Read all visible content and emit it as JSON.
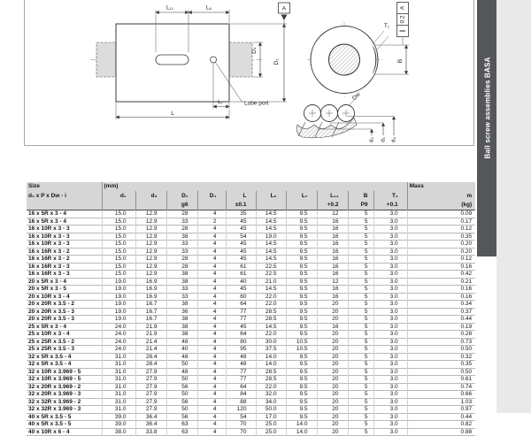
{
  "sidebar": {
    "tab_label": "Ball screw assemblies BASA"
  },
  "drawing": {
    "labels": {
      "l11": "L₁₁",
      "l6": "L₆",
      "l7": "L₇",
      "l": "L",
      "d4": "D₄",
      "d1_nut": "D₁",
      "datum_a": "A",
      "lube_port": "Lube port",
      "t1": "T₁",
      "b": "B",
      "tol_ref": "A",
      "tol_val": "0.2",
      "tol_sym": "∥",
      "dw": "Dw",
      "d2": "d₂",
      "d1": "d₁",
      "d0": "d₀"
    }
  },
  "table": {
    "group_headers": {
      "size": "Size",
      "units": "(mm)",
      "mass": "Mass"
    },
    "size_subtitle": "d₀ x P x Dw - i",
    "columns": [
      {
        "label": "d₁",
        "tol": ""
      },
      {
        "label": "d₂",
        "tol": ""
      },
      {
        "label": "D₁",
        "tol": "g6"
      },
      {
        "label": "D₄",
        "tol": ""
      },
      {
        "label": "L",
        "tol": "±0.1"
      },
      {
        "label": "L₆",
        "tol": ""
      },
      {
        "label": "L₇",
        "tol": ""
      },
      {
        "label": "L₁₁",
        "tol": "+0.2"
      },
      {
        "label": "B",
        "tol": "P9"
      },
      {
        "label": "T₁",
        "tol": "+0.1"
      },
      {
        "label": "m",
        "tol": "(kg)"
      }
    ],
    "rows": [
      {
        "size": "16 x 5R x 3 - 4",
        "values": [
          "15.0",
          "12.9",
          "28",
          "4",
          "35",
          "14.5",
          "9.5",
          "12",
          "5",
          "3.0",
          "0.09"
        ]
      },
      {
        "size": "16 x 5R x 3 - 4",
        "values": [
          "15.0",
          "12.9",
          "33",
          "2",
          "45",
          "14.5",
          "9.5",
          "16",
          "5",
          "3.0",
          "0.17"
        ]
      },
      {
        "size": "16 x 10R x 3 - 3",
        "values": [
          "15.0",
          "12.9",
          "28",
          "4",
          "45",
          "14.5",
          "9.5",
          "16",
          "5",
          "3.0",
          "0.12"
        ]
      },
      {
        "size": "16 x 10R x 3 - 3",
        "values": [
          "15.0",
          "12.9",
          "38",
          "4",
          "54",
          "19.0",
          "9.5",
          "16",
          "5",
          "3.0",
          "0.35"
        ]
      },
      {
        "size": "16 x 10R x 3 - 3",
        "values": [
          "15.0",
          "12.9",
          "33",
          "4",
          "45",
          "14.5",
          "9.5",
          "16",
          "5",
          "3.0",
          "0.20"
        ]
      },
      {
        "size": "16 x 16R x 3 - 2",
        "values": [
          "15.0",
          "12.9",
          "33",
          "4",
          "45",
          "14.5",
          "9.5",
          "16",
          "5",
          "3.0",
          "0.20"
        ]
      },
      {
        "size": "16 x 16R x 3 - 2",
        "values": [
          "15.0",
          "12.9",
          "28",
          "4",
          "45",
          "14.5",
          "9.5",
          "16",
          "5",
          "3.0",
          "0.12"
        ]
      },
      {
        "size": "16 x 16R x 3 - 3",
        "values": [
          "15.0",
          "12.9",
          "28",
          "4",
          "61",
          "22.5",
          "9.5",
          "16",
          "5",
          "3.0",
          "0.16"
        ]
      },
      {
        "size": "16 x 16R x 3 - 3",
        "values": [
          "15.0",
          "12.9",
          "38",
          "4",
          "61",
          "22.5",
          "9.5",
          "16",
          "5",
          "3.0",
          "0.42"
        ]
      },
      {
        "size": "20 x 5R x 3 - 4",
        "group_start": true,
        "values": [
          "19.0",
          "16.9",
          "38",
          "4",
          "40",
          "21.0",
          "9.5",
          "12",
          "5",
          "3.0",
          "0.21"
        ]
      },
      {
        "size": "20 x 5R x 3 - 5",
        "values": [
          "19.0",
          "16.9",
          "33",
          "4",
          "45",
          "14.5",
          "9.5",
          "16",
          "5",
          "3.0",
          "0.16"
        ]
      },
      {
        "size": "20 x 10R x 3 - 4",
        "values": [
          "19.0",
          "16.9",
          "33",
          "4",
          "60",
          "22.0",
          "9.5",
          "16",
          "5",
          "3.0",
          "0.16"
        ]
      },
      {
        "size": "20 x 20R x 3.5 - 2",
        "values": [
          "19.0",
          "16.7",
          "38",
          "4",
          "64",
          "22.0",
          "9.5",
          "20",
          "5",
          "3.0",
          "0.34"
        ]
      },
      {
        "size": "20 x 20R x 3.5 - 3",
        "values": [
          "19.0",
          "16.7",
          "36",
          "4",
          "77",
          "28.5",
          "9.5",
          "20",
          "5",
          "3.0",
          "0.37"
        ]
      },
      {
        "size": "20 x 20R x 3.5 - 3",
        "values": [
          "19.0",
          "16.7",
          "38",
          "4",
          "77",
          "28.5",
          "9.5",
          "20",
          "5",
          "3.0",
          "0.44"
        ]
      },
      {
        "size": "25 x 5R x 3 - 4",
        "group_start": true,
        "values": [
          "24.0",
          "21.9",
          "38",
          "4",
          "45",
          "14.5",
          "9.5",
          "16",
          "5",
          "3.0",
          "0.19"
        ]
      },
      {
        "size": "25 x 10R x 3 - 4",
        "values": [
          "24.0",
          "21.9",
          "38",
          "4",
          "64",
          "22.0",
          "9.5",
          "20",
          "5",
          "3.0",
          "0.28"
        ]
      },
      {
        "size": "25 x 25R x 3.5 - 2",
        "values": [
          "24.0",
          "21.4",
          "48",
          "4",
          "80",
          "30.0",
          "10.5",
          "20",
          "5",
          "3.0",
          "0.73"
        ]
      },
      {
        "size": "25 x 25R x 3.5 - 3",
        "values": [
          "24.0",
          "21.4",
          "40",
          "4",
          "95",
          "37.5",
          "10.5",
          "20",
          "5",
          "3.0",
          "0.50"
        ]
      },
      {
        "size": "32 x 5R x 3.5 - 4",
        "group_start": true,
        "values": [
          "31.0",
          "28.4",
          "48",
          "4",
          "48",
          "14.0",
          "9.5",
          "20",
          "5",
          "3.0",
          "0.32"
        ]
      },
      {
        "size": "32 x 5R x 3.5 - 4",
        "values": [
          "31.0",
          "28.4",
          "50",
          "4",
          "48",
          "14.0",
          "9.5",
          "20",
          "5",
          "3.0",
          "0.35"
        ]
      },
      {
        "size": "32 x 10R x 3.969 - 5",
        "values": [
          "31.0",
          "27.9",
          "48",
          "4",
          "77",
          "28.5",
          "9.5",
          "20",
          "5",
          "3.0",
          "0.50"
        ]
      },
      {
        "size": "32 x 10R x 3.969 - 5",
        "values": [
          "31.0",
          "27.9",
          "50",
          "4",
          "77",
          "28.5",
          "9.5",
          "20",
          "5",
          "3.0",
          "0.61"
        ]
      },
      {
        "size": "32 x 20R x 3.969 - 2",
        "values": [
          "31.0",
          "27.9",
          "56",
          "4",
          "64",
          "22.0",
          "9.5",
          "20",
          "5",
          "3.0",
          "0.74"
        ]
      },
      {
        "size": "32 x 20R x 3.969 - 3",
        "values": [
          "31.0",
          "27.9",
          "50",
          "4",
          "84",
          "32.0",
          "9.5",
          "20",
          "5",
          "3.0",
          "0.66"
        ]
      },
      {
        "size": "32 x 32R x 3.969 - 2",
        "values": [
          "31.0",
          "27.9",
          "56",
          "4",
          "88",
          "34.0",
          "9.5",
          "20",
          "5",
          "3.0",
          "1.03"
        ]
      },
      {
        "size": "32 x 32R x 3.969 - 3",
        "values": [
          "31.0",
          "27.9",
          "50",
          "4",
          "120",
          "50.0",
          "9.5",
          "20",
          "5",
          "3.0",
          "0.97"
        ]
      },
      {
        "size": "40 x 5R x 3.5 - 5",
        "group_start": true,
        "values": [
          "39.0",
          "36.4",
          "56",
          "4",
          "54",
          "17.0",
          "9.5",
          "20",
          "5",
          "3.0",
          "0.44"
        ]
      },
      {
        "size": "40 x 5R x 3.5 - 5",
        "values": [
          "39.0",
          "36.4",
          "63",
          "4",
          "70",
          "25.0",
          "14.0",
          "20",
          "5",
          "3.0",
          "0.82"
        ]
      },
      {
        "size": "40 x 10R x 6 - 4",
        "values": [
          "38.0",
          "33.8",
          "63",
          "4",
          "70",
          "25.0",
          "14.0",
          "20",
          "5",
          "3.0",
          "0.88"
        ]
      }
    ]
  }
}
